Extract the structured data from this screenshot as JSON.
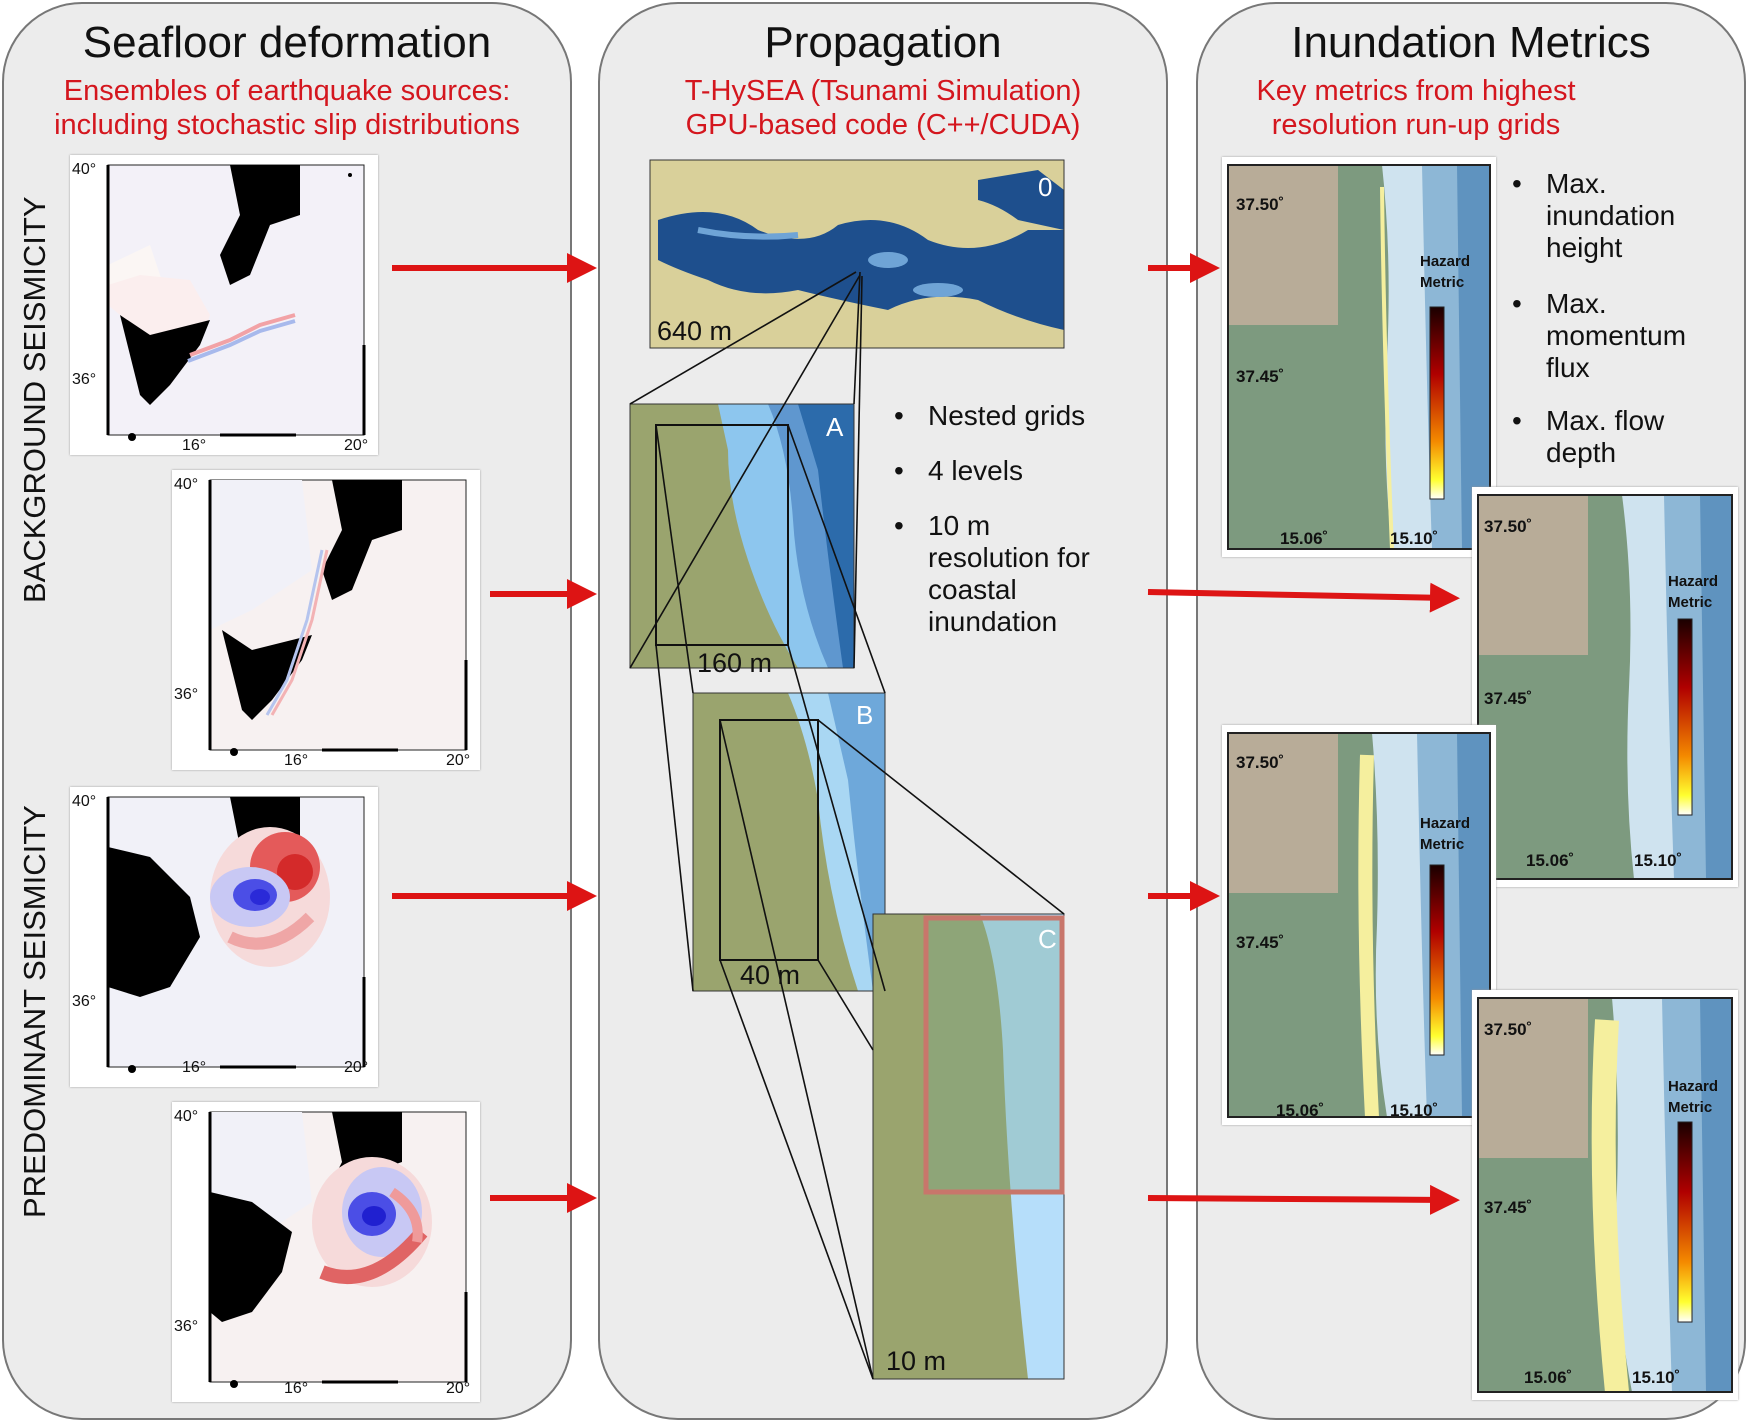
{
  "panels": {
    "seafloor": {
      "title": "Seafloor deformation",
      "subtitle_line1": "Ensembles of earthquake sources:",
      "subtitle_line2": "including stochastic slip distributions"
    },
    "propagation": {
      "title": "Propagation",
      "subtitle_line1": "T-HySEA (Tsunami Simulation)",
      "subtitle_line2": "GPU-based code (C++/CUDA)"
    },
    "inundation": {
      "title": "Inundation Metrics",
      "subtitle_line1": "Key metrics from highest",
      "subtitle_line2": "resolution run-up grids"
    }
  },
  "side_labels": {
    "background": "BACKGROUND SEISMICITY",
    "predominant": "PREDOMINANT SEISMICITY"
  },
  "source_maps": {
    "lat_top": "40°",
    "lat_bottom": "36°",
    "lon_left": "16°",
    "lon_right": "20°"
  },
  "grids": {
    "level0": {
      "id": "0",
      "res": "640 m"
    },
    "levelA": {
      "id": "A",
      "res": "160 m"
    },
    "levelB": {
      "id": "B",
      "res": "40 m"
    },
    "levelC": {
      "id": "C",
      "res": "10 m"
    }
  },
  "propagation_bullets": {
    "b1": "Nested grids",
    "b2": "4 levels",
    "b3_l1": "10 m",
    "b3_l2": "resolution for",
    "b3_l3": "coastal",
    "b3_l4": "inundation",
    "dot": "•"
  },
  "metric_bullets": {
    "m1_l1": "Max.",
    "m1_l2": "inundation",
    "m1_l3": "height",
    "m2_l1": "Max.",
    "m2_l2": "momentum",
    "m2_l3": "flux",
    "m3_l1": "Max. flow",
    "m3_l2": "depth",
    "dot": "•"
  },
  "hazard_maps": {
    "lat_top": "37.50˚",
    "lat_mid": "37.45˚",
    "lon_left": "15.06˚",
    "lon_right": "15.10˚",
    "colorbar_l1": "Hazard",
    "colorbar_l2": "Metric"
  },
  "colors": {
    "arrow": "#dd1414",
    "accent_text": "#d4161e",
    "panel_bg": "#ececec",
    "land_black": "#000000",
    "deep_sea": "#1b4f8a",
    "shallow_sea": "#8ec5ec",
    "land_green": "#8c9f72"
  }
}
